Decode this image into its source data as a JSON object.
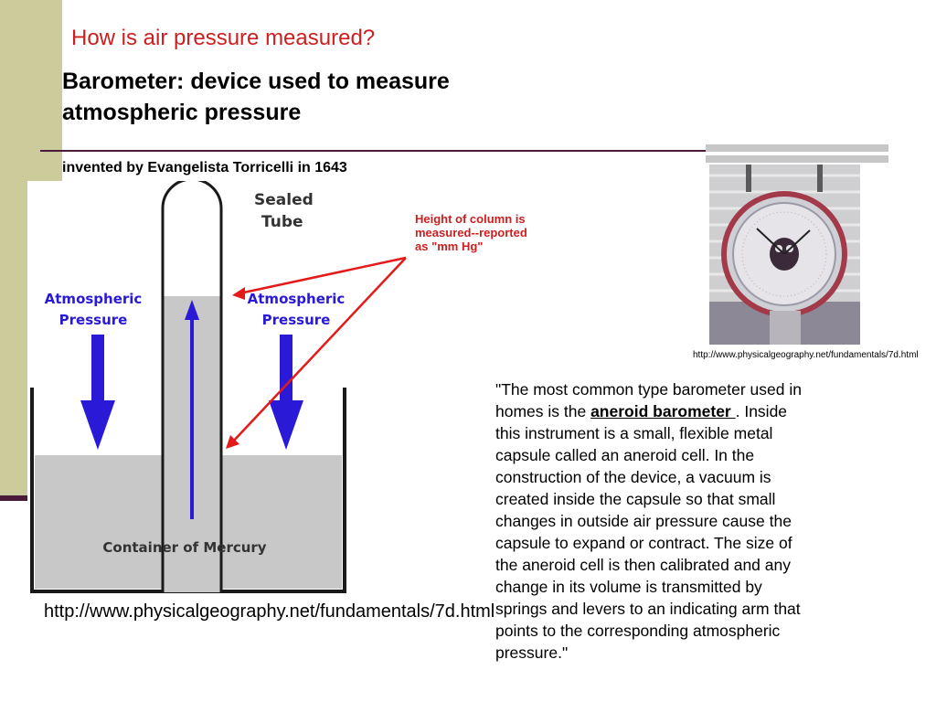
{
  "slide": {
    "title": "How is air pressure measured?",
    "subtitle": "Barometer: device used to measure atmospheric pressure",
    "invented": "invented by Evangelista Torricelli in 1643",
    "callout": "Height of column is measured--reported as \"mm Hg\"",
    "diagram": {
      "label_sealed_1": "Sealed",
      "label_sealed_2": "Tube",
      "label_atm_left_1": "Atmospheric",
      "label_atm_left_2": "Pressure",
      "label_atm_right_1": "Atmospheric",
      "label_atm_right_2": "Pressure",
      "label_container": "Container of Mercury"
    },
    "diagram_caption": "http://www.physicalgeography.net/fundamentals/7d.html",
    "photo_caption": "http://www.physicalgeography.net/fundamentals/7d.html",
    "quote": {
      "before": "\"The most common type barometer used in homes is the ",
      "link": "aneroid barometer ",
      "after": ". Inside this instrument is a small, flexible metal capsule called an aneroid cell. In the construction of the device, a vacuum is created inside the capsule so that small changes in outside air pressure cause the capsule to expand or contract. The size of the aneroid cell is then calibrated and any change in its volume is transmitted by springs and levers to an indicating arm that points to the corresponding atmospheric pressure.\""
    }
  },
  "colors": {
    "accent_red": "#cc1f1f",
    "sidebar": "#cbcb9c",
    "rule": "#4a1a3a",
    "arrow_blue": "#2a1ad8",
    "mercury": "#c8c8c8"
  }
}
